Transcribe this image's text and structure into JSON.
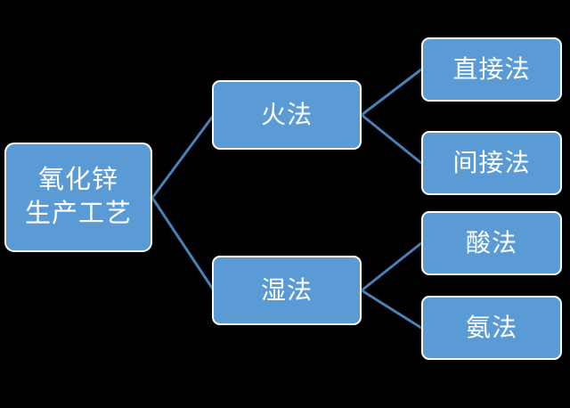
{
  "diagram": {
    "type": "tree",
    "orientation": "left-to-right",
    "title_text": "氧化锌生产工艺",
    "background_color": "#000000",
    "node_fill_color": "#5B9BD5",
    "node_border_color": "#FFFFFF",
    "node_text_color": "#FFFFFF",
    "connector_color": "#4A80B8",
    "connector_width": 3,
    "nodes": {
      "root": {
        "id": "root",
        "level": 1,
        "lines": [
          "氧化锌",
          "生产工艺"
        ],
        "line1": "氧化锌",
        "line2": "生产工艺"
      },
      "pyro": {
        "id": "pyro",
        "level": 2,
        "label": "火法"
      },
      "hydro": {
        "id": "hydro",
        "level": 2,
        "label": "湿法"
      },
      "direct": {
        "id": "direct",
        "level": 3,
        "parent": "pyro",
        "label": "直接法"
      },
      "indirect": {
        "id": "indirect",
        "level": 3,
        "parent": "pyro",
        "label": "间接法"
      },
      "acid": {
        "id": "acid",
        "level": 3,
        "parent": "hydro",
        "label": "酸法"
      },
      "ammonia": {
        "id": "ammonia",
        "level": 3,
        "parent": "hydro",
        "label": "氨法"
      }
    },
    "edges": [
      {
        "from": "root",
        "to": "pyro"
      },
      {
        "from": "root",
        "to": "hydro"
      },
      {
        "from": "pyro",
        "to": "direct"
      },
      {
        "from": "pyro",
        "to": "indirect"
      },
      {
        "from": "hydro",
        "to": "acid"
      },
      {
        "from": "hydro",
        "to": "ammonia"
      }
    ]
  }
}
